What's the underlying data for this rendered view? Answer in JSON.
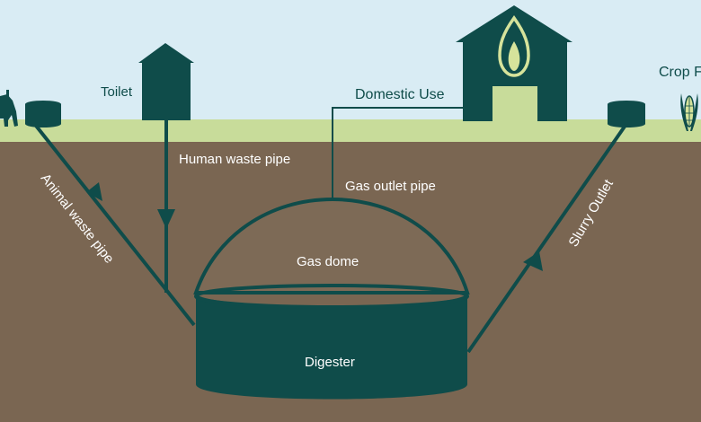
{
  "labels": {
    "toilet": "Toilet",
    "domestic_use": "Domestic Use",
    "crop": "Crop F",
    "human_waste_pipe": "Human waste pipe",
    "gas_outlet_pipe": "Gas outlet pipe",
    "animal_waste_pipe": "Animal waste pipe",
    "slurry_outlet": "Slurry Outlet",
    "gas_dome": "Gas dome",
    "digester": "Digester"
  },
  "icons": {
    "toilet": "toilet-hut-icon",
    "house": "house-icon",
    "flame": "gas-flame-icon",
    "animal": "cow-icon",
    "animal_inlet": "inlet-tank-icon",
    "slurry_tank": "slurry-tank-icon",
    "crop": "corn-icon"
  },
  "colors": {
    "sky": "#d9ecf4",
    "grass": "#c8dc9a",
    "soil": "#7a6652",
    "structure": "#0f4c4a",
    "dome": "#7d6a56",
    "flame": "#d6e39b",
    "text_light": "#ffffff",
    "text_dark": "#0f4c4a"
  }
}
